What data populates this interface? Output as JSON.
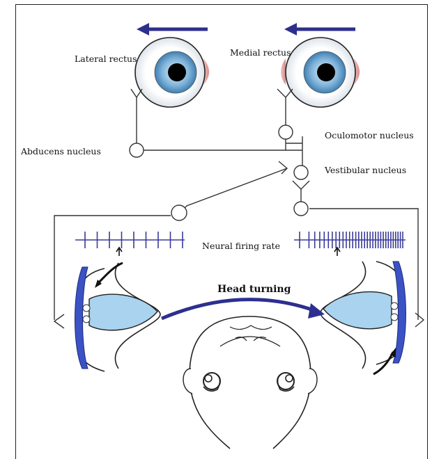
{
  "labels": {
    "lateral_rectus": "Lateral rectus",
    "medial_rectus": "Medial rectus",
    "oculomotor_nucleus": "Oculomotor nucleus",
    "abducens_nucleus": "Abducens nucleus",
    "vestibular_nucleus": "Vestibular nucleus",
    "neural_firing_rate": "Neural firing rate",
    "head_turning": "Head turning"
  },
  "firing_rate": {
    "left_spike_count": 9,
    "right_spike_count": 32
  },
  "colors": {
    "arrow": "#2d2f8f",
    "iris": "#7fb3d9",
    "muscle": "#e6a3a3",
    "canal": "#a9d3ef",
    "cupula": "#3b52c4",
    "spikes": "#3a3a9a"
  }
}
